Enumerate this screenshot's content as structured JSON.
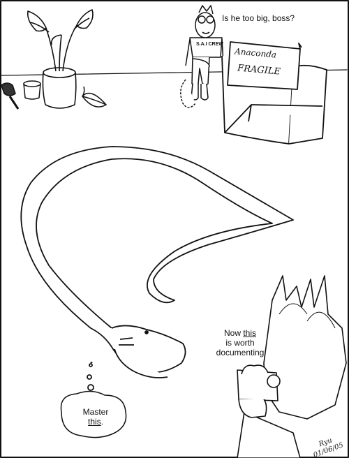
{
  "colors": {
    "ink": "#111111",
    "paper": "#ffffff"
  },
  "speech_top": {
    "text": "Is he too big, boss?"
  },
  "speech_right": {
    "line1_a": "Now ",
    "line1_b": "this",
    "line2": "is worth",
    "line3": "documenting"
  },
  "thought": {
    "line1": "Master",
    "line2_a": "this",
    "line2_b": "."
  },
  "box": {
    "label_1": "Anaconda",
    "label_2": "FRAGILE"
  },
  "shirt": {
    "text": "S.A.I CREW"
  },
  "signature": {
    "text": "Ryu 01/06/05"
  }
}
